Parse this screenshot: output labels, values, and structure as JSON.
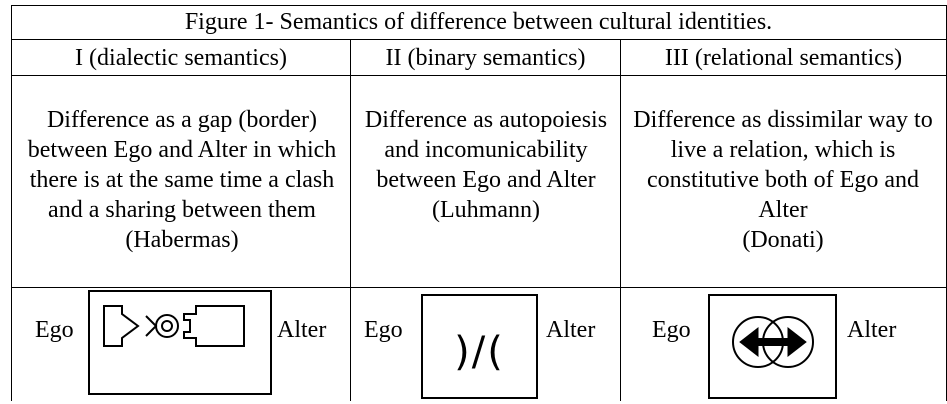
{
  "figure": {
    "title": "Figure 1- Semantics of difference between cultural identities."
  },
  "columns": [
    {
      "heading": "I (dialectic semantics)",
      "description": "Difference as a gap (border) between Ego and Alter in which there is at the same time a clash and a sharing between them",
      "author": "(Habermas)",
      "left_label": "Ego",
      "right_label": "Alter"
    },
    {
      "heading": "II (binary semantics)",
      "description": "Difference as autopoiesis and incomunicability between Ego and Alter",
      "author": "(Luhmann)",
      "left_label": "Ego",
      "right_label": "Alter",
      "symbol": ")/("
    },
    {
      "heading": "III (relational semantics)",
      "description": "Difference as dissimilar way to live a relation, which is constitutive both of Ego and Alter",
      "author": "(Donati)",
      "left_label": "Ego",
      "right_label": "Alter"
    }
  ]
}
